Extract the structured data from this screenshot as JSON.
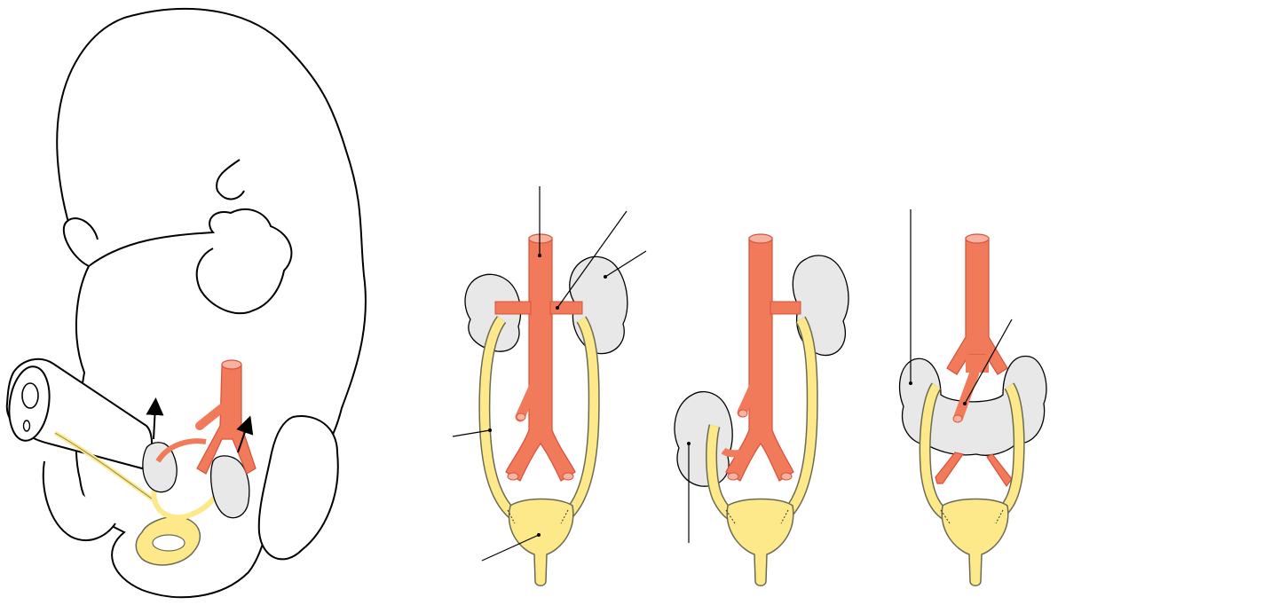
{
  "figure": {
    "panels": [
      {
        "id": "embryo-overview",
        "description_hidden": true
      },
      {
        "id": "normal-kidney-ascent"
      },
      {
        "id": "pelvic-kidney"
      },
      {
        "id": "horseshoe-kidney"
      }
    ],
    "colors": {
      "artery": "#f07a5a",
      "artery_stroke": "#d9513a",
      "artery_end": "#f7b3a1",
      "ureter": "#fde98a",
      "ureter_stroke": "#6b6b55",
      "kidney": "#e8e8e8",
      "outline": "#000000",
      "background": "#ffffff"
    },
    "labels": []
  }
}
